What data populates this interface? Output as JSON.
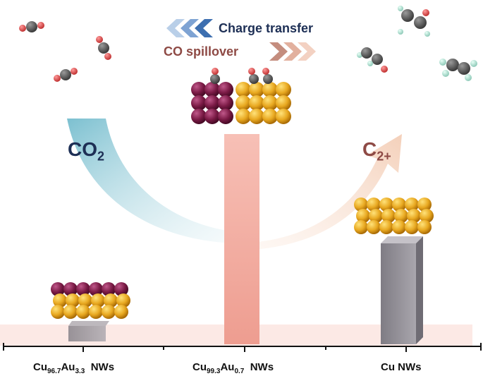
{
  "legend": {
    "charge_transfer": "Charge transfer",
    "co_spillover": "CO spillover"
  },
  "reactant": {
    "main": "CO",
    "sub": "2"
  },
  "product": {
    "main": "C",
    "sub": "2+"
  },
  "catalysts": [
    {
      "main1": "Cu",
      "sub1": "96.7",
      "main2": "Au",
      "sub2": "3.3",
      "suffix": "NWs"
    },
    {
      "main1": "Cu",
      "sub1": "99.3",
      "main2": "Au",
      "sub2": "0.7",
      "suffix": "NWs"
    },
    {
      "label": "Cu NWs"
    }
  ],
  "colors": {
    "cu": "#e8a820",
    "au": "#7a1a45",
    "bar_pink": "#f2a89c",
    "bar_gray": "#8f8c92",
    "blue_arrow": "#3d6fb0",
    "brown_text": "#8e4a45",
    "navy_text": "#1d2f55"
  }
}
